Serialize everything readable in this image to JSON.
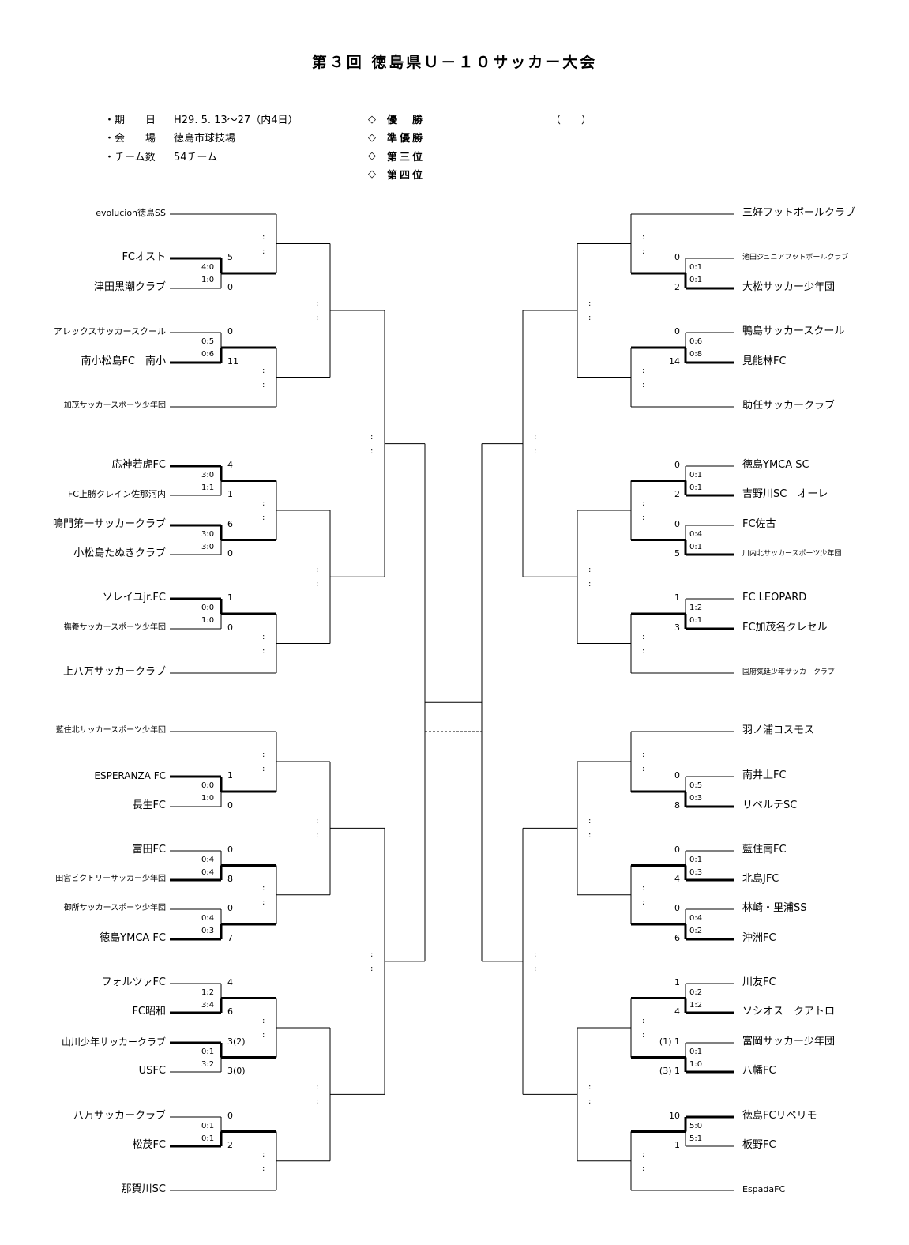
{
  "title": "第３回 徳島県Ｕ－１０サッカー大会",
  "info": [
    {
      "label": "・期　　日",
      "value": "H29. 5. 13～27（内4日）"
    },
    {
      "label": "・会　　場",
      "value": "徳島市球技場"
    },
    {
      "label": "・チーム数",
      "value": "54チーム"
    }
  ],
  "awards": [
    "優　勝",
    "準優勝",
    "第三位",
    "第四位"
  ],
  "winner_bracket": "（　　）",
  "left_teams": [
    {
      "name": "evolucion徳島SS",
      "score": ""
    },
    {
      "name": "FCオスト",
      "score": "5"
    },
    {
      "name": "津田黒潮クラブ",
      "score": "0"
    },
    {
      "name": "アレックスサッカースクール",
      "score": "0"
    },
    {
      "name": "南小松島FC　南小",
      "score": "11"
    },
    {
      "name": "加茂サッカースポーツ少年団",
      "score": ""
    },
    {
      "name": "応神若虎FC",
      "score": "4"
    },
    {
      "name": "FC上勝クレイン佐那河内",
      "score": "1"
    },
    {
      "name": "鳴門第一サッカークラブ",
      "score": "6"
    },
    {
      "name": "小松島たぬきクラブ",
      "score": "0"
    },
    {
      "name": "ソレイユjr.FC",
      "score": "1"
    },
    {
      "name": "撫養サッカースポーツ少年団",
      "score": "0"
    },
    {
      "name": "上八万サッカークラブ",
      "score": ""
    },
    {
      "name": "藍住北サッカースポーツ少年団",
      "score": ""
    },
    {
      "name": "ESPERANZA FC",
      "score": "1"
    },
    {
      "name": "長生FC",
      "score": "0"
    },
    {
      "name": "富田FC",
      "score": "0"
    },
    {
      "name": "田宮ビクトリーサッカー少年団",
      "score": "8"
    },
    {
      "name": "御所サッカースポーツ少年団",
      "score": "0"
    },
    {
      "name": "徳島YMCA FC",
      "score": "7"
    },
    {
      "name": "フォルツァFC",
      "score": "4"
    },
    {
      "name": "FC昭和",
      "score": "6"
    },
    {
      "name": "山川少年サッカークラブ",
      "score": "3(2)"
    },
    {
      "name": "USFC",
      "score": "3(0)"
    },
    {
      "name": "八万サッカークラブ",
      "score": "0"
    },
    {
      "name": "松茂FC",
      "score": "2"
    },
    {
      "name": "那賀川SC",
      "score": ""
    }
  ],
  "right_teams": [
    {
      "name": "三好フットボールクラブ",
      "score": ""
    },
    {
      "name": "池田ジュニアフットボールクラブ",
      "score": "0"
    },
    {
      "name": "大松サッカー少年団",
      "score": "2"
    },
    {
      "name": "鴨島サッカースクール",
      "score": "0"
    },
    {
      "name": "見能林FC",
      "score": "14"
    },
    {
      "name": "助任サッカークラブ",
      "score": ""
    },
    {
      "name": "徳島YMCA SC",
      "score": "0"
    },
    {
      "name": "吉野川SC　オーレ",
      "score": "2"
    },
    {
      "name": "FC佐古",
      "score": "0"
    },
    {
      "name": "川内北サッカースポーツ少年団",
      "score": "5"
    },
    {
      "name": "FC LEOPARD",
      "score": "1"
    },
    {
      "name": "FC加茂名クレセル",
      "score": "3"
    },
    {
      "name": "国府気延少年サッカークラブ",
      "score": ""
    },
    {
      "name": "羽ノ浦コスモス",
      "score": ""
    },
    {
      "name": "南井上FC",
      "score": "0"
    },
    {
      "name": "リベルテSC",
      "score": "8"
    },
    {
      "name": "藍住南FC",
      "score": "0"
    },
    {
      "name": "北島JFC",
      "score": "4"
    },
    {
      "name": "林崎・里浦SS",
      "score": "0"
    },
    {
      "name": "沖洲FC",
      "score": "6"
    },
    {
      "name": "川友FC",
      "score": "1"
    },
    {
      "name": "ソシオス　クアトロ",
      "score": "4"
    },
    {
      "name": "富岡サッカー少年団",
      "score": "(1) 1"
    },
    {
      "name": "八幡FC",
      "score": "(3) 1"
    },
    {
      "name": "徳島FCリベリモ",
      "score": "10"
    },
    {
      "name": "板野FC",
      "score": "1"
    },
    {
      "name": "EspadaFC",
      "score": ""
    }
  ],
  "left_halftimes": [
    {
      "pair": [
        1,
        2
      ],
      "top": "4:0",
      "bottom": "1:0"
    },
    {
      "pair": [
        3,
        4
      ],
      "top": "0:5",
      "bottom": "0:6"
    },
    {
      "pair": [
        6,
        7
      ],
      "top": "3:0",
      "bottom": "1:1"
    },
    {
      "pair": [
        8,
        9
      ],
      "top": "3:0",
      "bottom": "3:0"
    },
    {
      "pair": [
        10,
        11
      ],
      "top": "0:0",
      "bottom": "1:0"
    },
    {
      "pair": [
        14,
        15
      ],
      "top": "0:0",
      "bottom": "1:0"
    },
    {
      "pair": [
        16,
        17
      ],
      "top": "0:4",
      "bottom": "0:4"
    },
    {
      "pair": [
        18,
        19
      ],
      "top": "0:4",
      "bottom": "0:3"
    },
    {
      "pair": [
        20,
        21
      ],
      "top": "1:2",
      "bottom": "3:4"
    },
    {
      "pair": [
        22,
        23
      ],
      "top": "0:1",
      "bottom": "3:2"
    },
    {
      "pair": [
        24,
        25
      ],
      "top": "0:1",
      "bottom": "0:1"
    }
  ],
  "right_halftimes": [
    {
      "pair": [
        1,
        2
      ],
      "top": "0:1",
      "bottom": "0:1"
    },
    {
      "pair": [
        3,
        4
      ],
      "top": "0:6",
      "bottom": "0:8"
    },
    {
      "pair": [
        6,
        7
      ],
      "top": "0:1",
      "bottom": "0:1"
    },
    {
      "pair": [
        8,
        9
      ],
      "top": "0:4",
      "bottom": "0:1"
    },
    {
      "pair": [
        10,
        11
      ],
      "top": "1:2",
      "bottom": "0:1"
    },
    {
      "pair": [
        14,
        15
      ],
      "top": "0:5",
      "bottom": "0:3"
    },
    {
      "pair": [
        16,
        17
      ],
      "top": "0:1",
      "bottom": "0:3"
    },
    {
      "pair": [
        18,
        19
      ],
      "top": "0:4",
      "bottom": "0:2"
    },
    {
      "pair": [
        20,
        21
      ],
      "top": "0:2",
      "bottom": "1:2"
    },
    {
      "pair": [
        22,
        23
      ],
      "top": "0:1",
      "bottom": "1:0"
    },
    {
      "pair": [
        24,
        25
      ],
      "top": "5:0",
      "bottom": "5:1"
    }
  ],
  "colon_mark": ":",
  "icons": {
    "award_marker": "diamond-outline-icon"
  }
}
